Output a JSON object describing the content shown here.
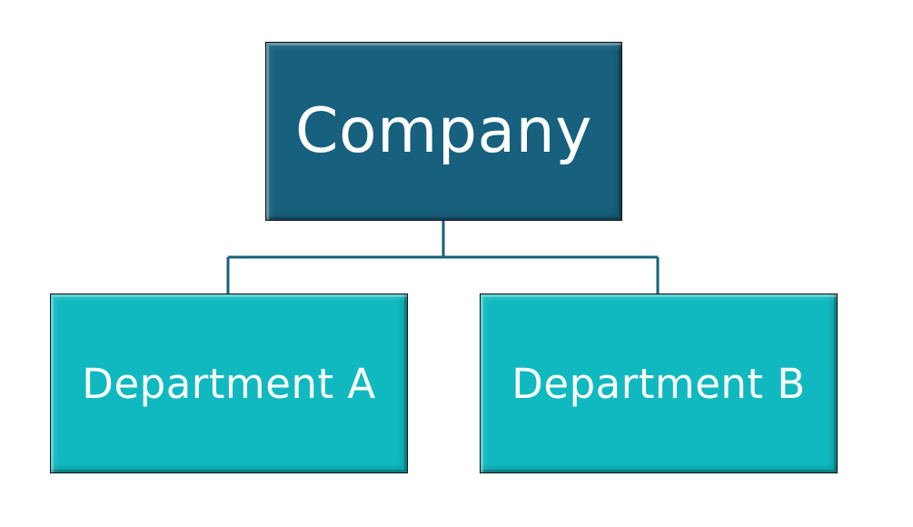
{
  "diagram": {
    "root": {
      "label": "Company",
      "color": "#17607e"
    },
    "children": [
      {
        "label": "Department A",
        "color": "#0fb9bf"
      },
      {
        "label": "Department B",
        "color": "#0fb9bf"
      }
    ],
    "connector_color": "#17607e"
  }
}
